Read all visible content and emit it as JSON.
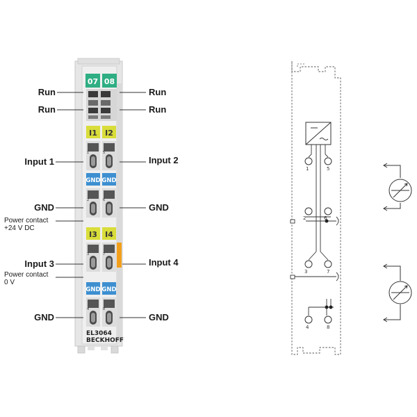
{
  "terminal": {
    "leds_top": [
      "07",
      "08"
    ],
    "leds_input_a": [
      "I1",
      "I2"
    ],
    "leds_gnd_a": [
      "GND",
      "GND"
    ],
    "leds_input_b": [
      "I3",
      "I4"
    ],
    "leds_gnd_b": [
      "GND",
      "GND"
    ],
    "model": "EL3064",
    "brand": "BECKHOFF",
    "contact_numbers": [
      "1",
      "5",
      "2",
      "6",
      "3",
      "7",
      "4",
      "8"
    ]
  },
  "labels": {
    "run_left_1": "Run",
    "run_right_1": "Run",
    "run_left_2": "Run",
    "run_right_2": "Run",
    "input_1": "Input 1",
    "input_2": "Input 2",
    "gnd_left_1": "GND",
    "gnd_right_1": "GND",
    "power_contact_24v_line1": "Power contact",
    "power_contact_24v_line2": "+24 V DC",
    "input_3": "Input 3",
    "input_4": "Input 4",
    "power_contact_0v_line1": "Power contact",
    "power_contact_0v_line2": "0 V",
    "gnd_left_2": "GND",
    "gnd_right_2": "GND"
  },
  "schematic": {
    "pin_labels": [
      "1",
      "5",
      "2",
      "6",
      "3",
      "7",
      "4",
      "8"
    ]
  },
  "colors": {
    "led_green": "#2fae84",
    "led_yellow": "#d9dd3a",
    "led_blue": "#3d8fd0",
    "orange_tab": "#f2a01c",
    "housing": "#e4e4e4"
  }
}
